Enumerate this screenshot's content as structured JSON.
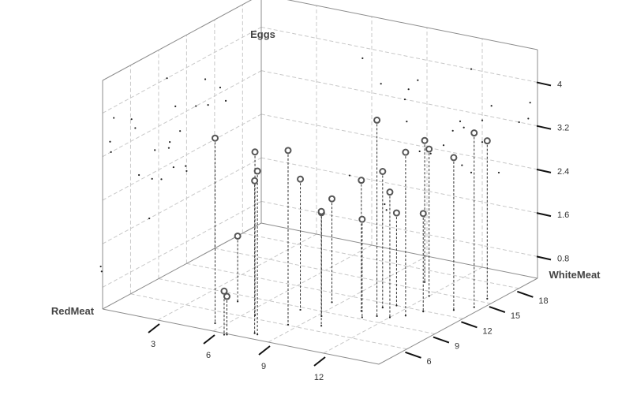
{
  "chart_data": {
    "type": "scatter",
    "projection": "3d",
    "style": "stem",
    "xlabel": "RedMeat",
    "ylabel": "WhiteMeat",
    "zlabel": "Eggs",
    "xlim": [
      0,
      15
    ],
    "ylim": [
      3,
      20
    ],
    "zlim": [
      0.4,
      4.6
    ],
    "xticks": [
      3,
      6,
      9,
      12
    ],
    "yticks": [
      6,
      9,
      12,
      15,
      18
    ],
    "zticks": [
      0.8,
      1.6,
      2.4,
      3.2,
      4
    ],
    "grid": true,
    "points": [
      {
        "x": 4.8,
        "y": 8.0,
        "z": 1.6
      },
      {
        "x": 5.5,
        "y": 4.2,
        "z": 3.8
      },
      {
        "x": 6.5,
        "y": 6.5,
        "z": 3.4
      },
      {
        "x": 7.8,
        "y": 3.9,
        "z": 3.2
      },
      {
        "x": 8.0,
        "y": 3.8,
        "z": 3.4
      },
      {
        "x": 8.5,
        "y": 6.1,
        "z": 3.6
      },
      {
        "x": 6.7,
        "y": 2.8,
        "z": 1.2
      },
      {
        "x": 6.8,
        "y": 2.9,
        "z": 1.1
      },
      {
        "x": 8.6,
        "y": 10.6,
        "z": 2.3
      },
      {
        "x": 9.2,
        "y": 8.3,
        "z": 2.3
      },
      {
        "x": 7.9,
        "y": 8.6,
        "z": 2.8
      },
      {
        "x": 10.4,
        "y": 10.2,
        "z": 2.8
      },
      {
        "x": 11.4,
        "y": 9.9,
        "z": 4.0
      },
      {
        "x": 12.5,
        "y": 10.8,
        "z": 3.4
      },
      {
        "x": 9.9,
        "y": 6.9,
        "z": 2.5
      },
      {
        "x": 11.4,
        "y": 12.0,
        "z": 2.1
      },
      {
        "x": 12.9,
        "y": 11.9,
        "z": 2.2
      },
      {
        "x": 10.9,
        "y": 9.3,
        "z": 2.2
      },
      {
        "x": 12.0,
        "y": 10.1,
        "z": 2.7
      },
      {
        "x": 14.0,
        "y": 13.0,
        "z": 3.2
      },
      {
        "x": 11.0,
        "y": 11.3,
        "z": 2.9
      },
      {
        "x": 14.6,
        "y": 14.0,
        "z": 3.6
      },
      {
        "x": 14.5,
        "y": 15.6,
        "z": 3.3
      },
      {
        "x": 12.0,
        "y": 14.3,
        "z": 3.1
      },
      {
        "x": 10.8,
        "y": 16.2,
        "z": 3.0
      }
    ]
  }
}
